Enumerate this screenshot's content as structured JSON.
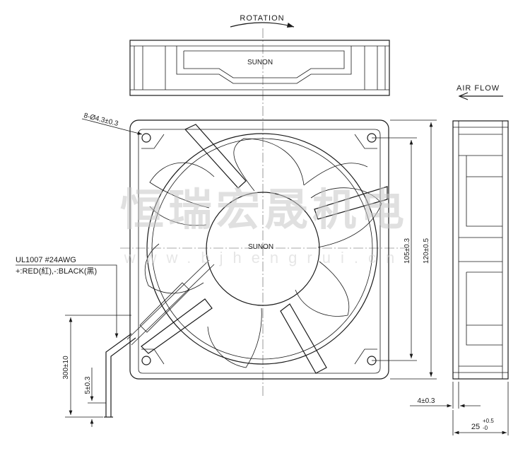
{
  "labels": {
    "rotation": "ROTATION",
    "air_flow": "AIR FLOW",
    "brand_top": "SUNON",
    "brand_hub": "SUNON",
    "hole_spec": "8-Ø4.3±0.3",
    "wire_spec": "UL1007  #24AWG",
    "wire_colors": "+:RED(紅),-:BLACK(黑)",
    "dim_105": "105±0.3",
    "dim_120": "120±0.5",
    "dim_300": "300±10",
    "dim_5": "5±0.3",
    "dim_4": "4±0.3",
    "dim_25": "25",
    "dim_25_tol_upper": "+0.5",
    "dim_25_tol_lower": "-0"
  },
  "watermark": {
    "text": "恒瑞宏晟机电",
    "url": "www.bjhengrui.cn"
  }
}
